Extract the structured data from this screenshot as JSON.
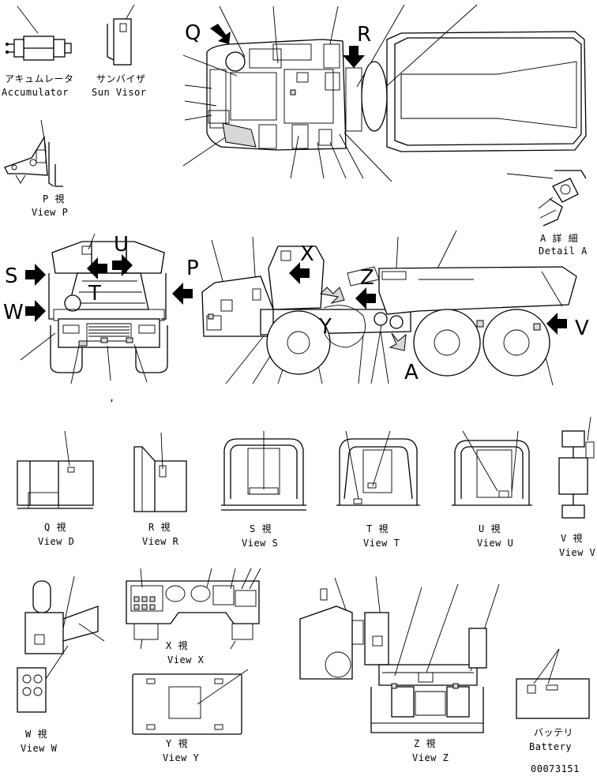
{
  "views": {
    "accumulator": {
      "jp": "アキュムレータ",
      "en": "Accumulator"
    },
    "sun_visor": {
      "jp": "サンバイザ",
      "en": "Sun Visor"
    },
    "view_p": {
      "jp": "P 視",
      "en": "View P"
    },
    "detail_a": {
      "jp": "A 詳 細",
      "en": "Detail A"
    },
    "view_q": {
      "jp": "Q 視",
      "en": "View D"
    },
    "view_r": {
      "jp": "R 視",
      "en": "View R"
    },
    "view_s": {
      "jp": "S 視",
      "en": "View S"
    },
    "view_t": {
      "jp": "T 視",
      "en": "View T"
    },
    "view_u": {
      "jp": "U 視",
      "en": "View U"
    },
    "view_v": {
      "jp": "V 視",
      "en": "View V"
    },
    "view_w": {
      "jp": "W 視",
      "en": "View W"
    },
    "view_x": {
      "jp": "X 視",
      "en": "View X"
    },
    "view_y": {
      "jp": "Y 視",
      "en": "View Y"
    },
    "view_z": {
      "jp": "Z 視",
      "en": "View Z"
    },
    "battery": {
      "jp": "バッテリ",
      "en": "Battery"
    }
  },
  "markers": {
    "q": "Q",
    "r": "R",
    "s": "S",
    "w": "W",
    "t": "T",
    "u": "U",
    "p": "P",
    "x": "X",
    "y": "Y",
    "z": "Z",
    "a": "A",
    "v": "V"
  },
  "drawing_number": "00073151"
}
